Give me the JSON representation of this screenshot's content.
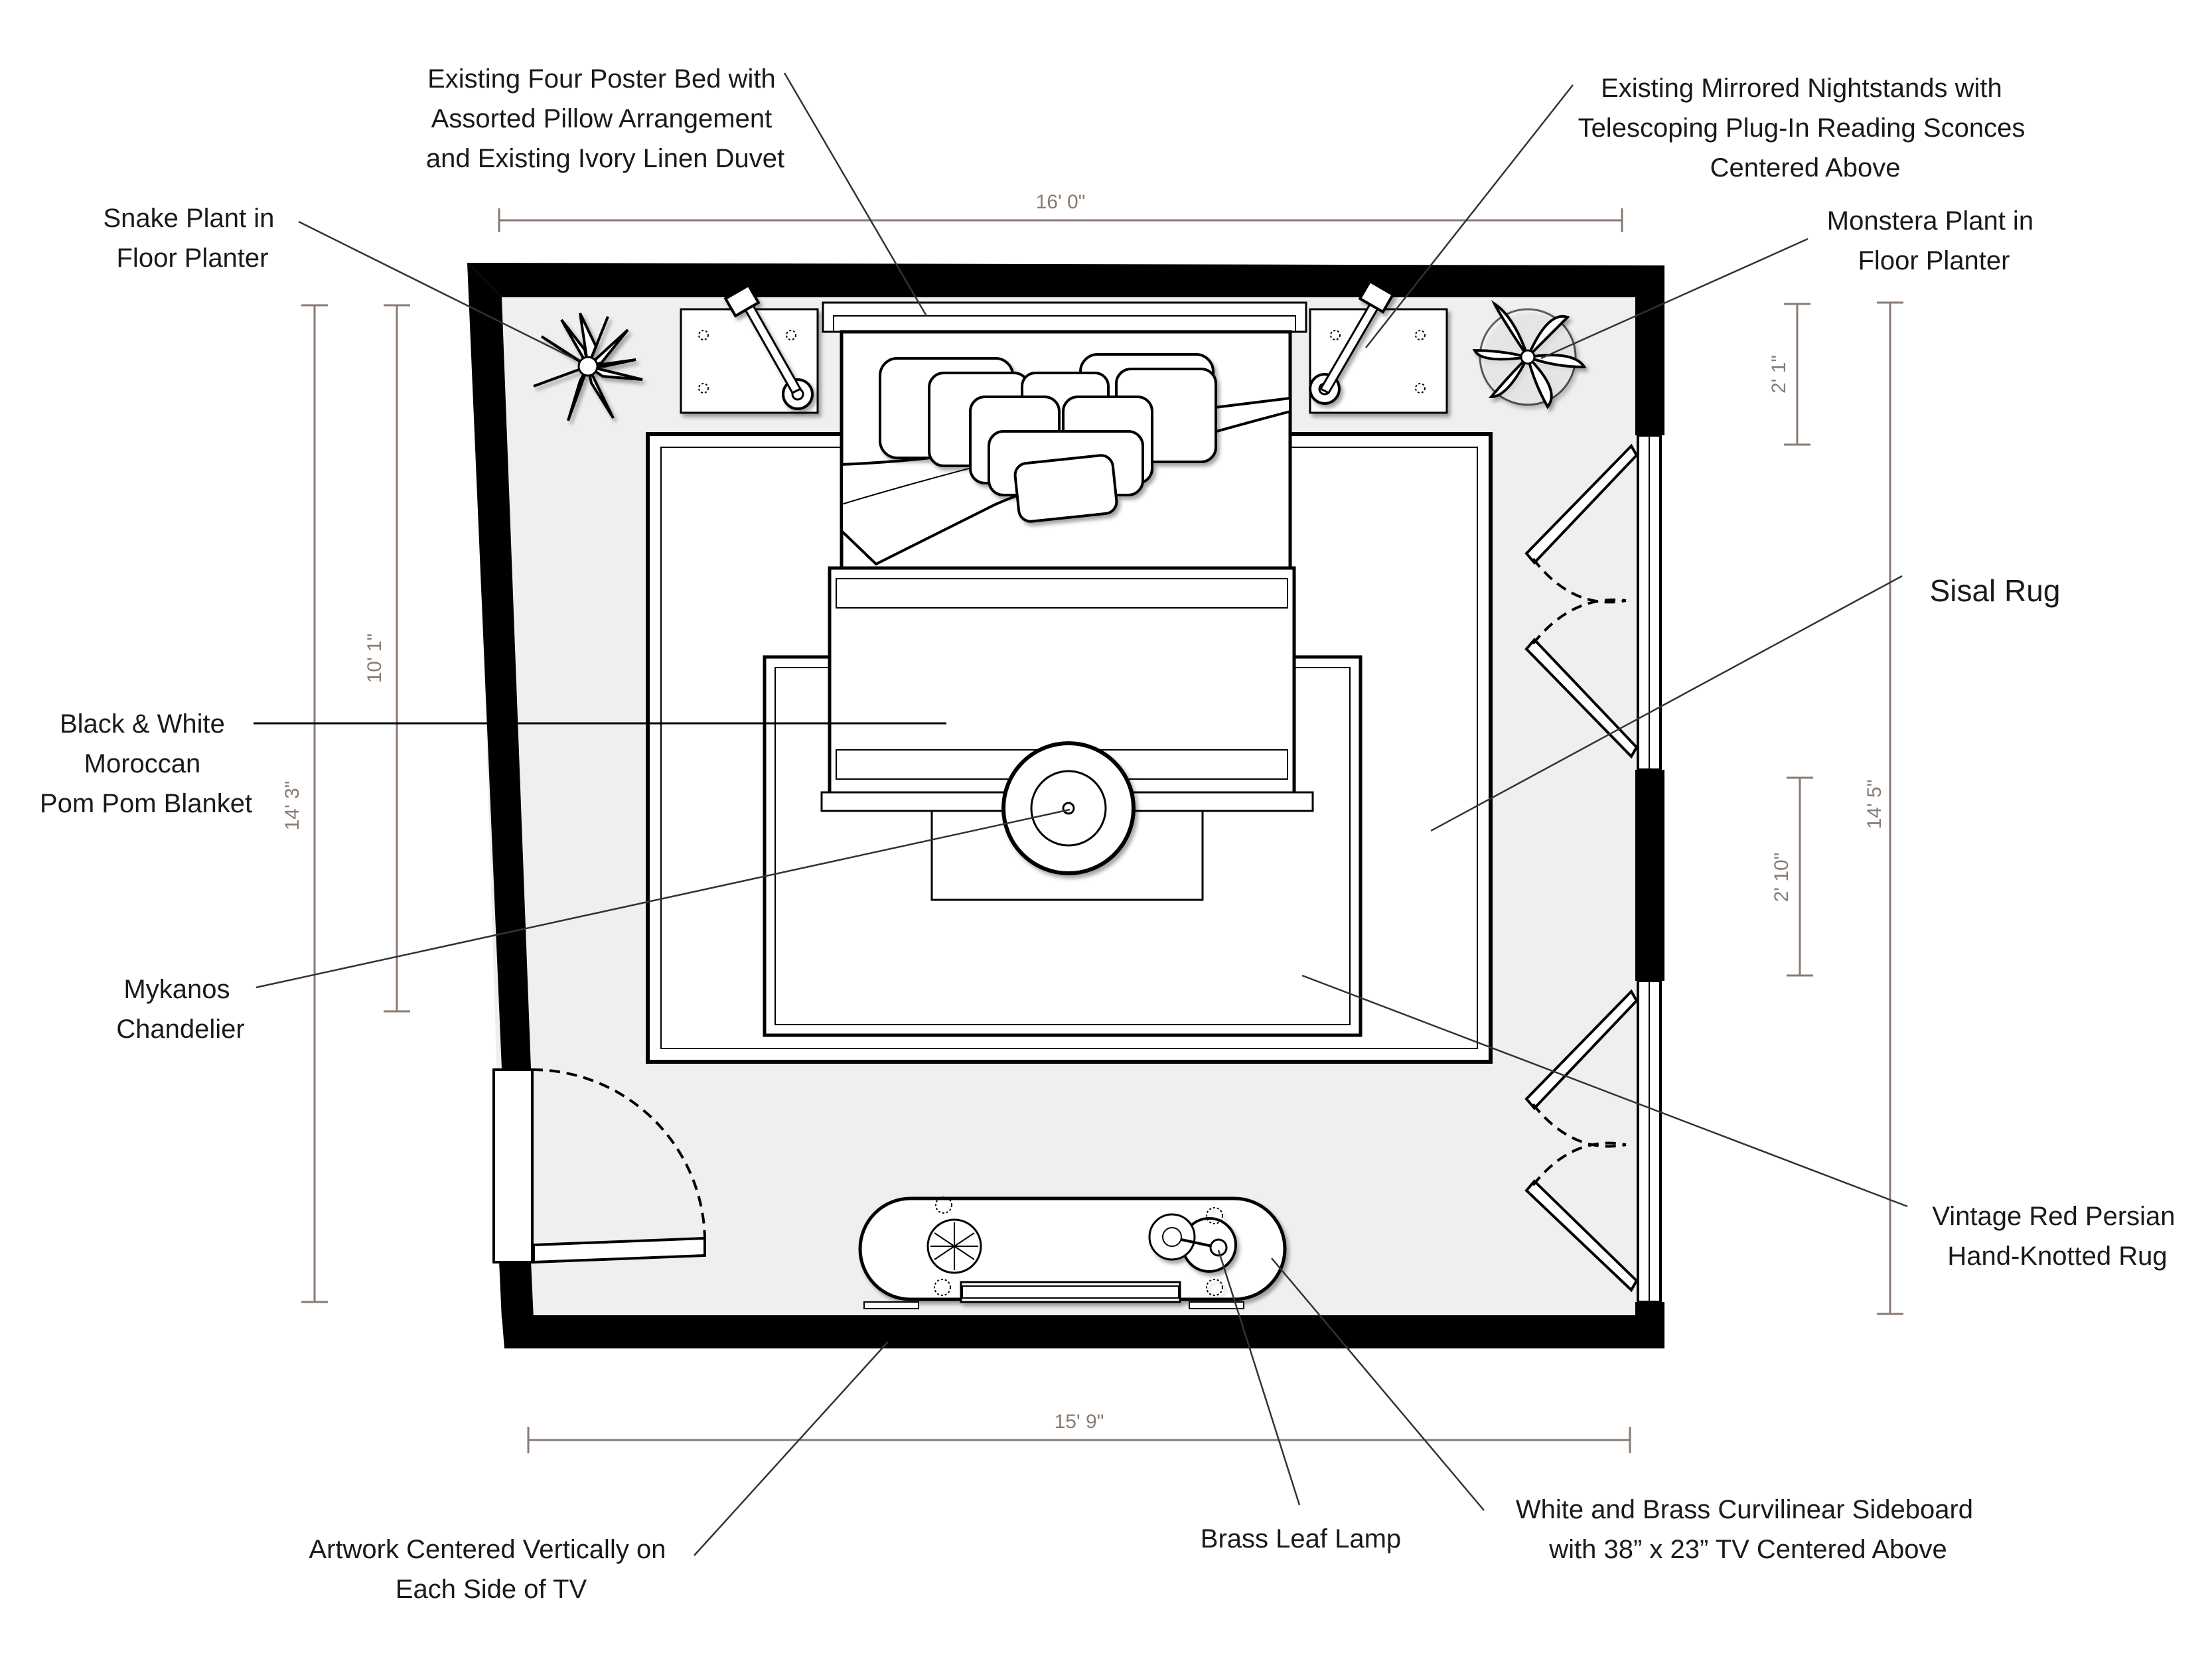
{
  "labels": {
    "bed": [
      "Existing Four Poster Bed with",
      "Assorted Pillow Arrangement",
      "and Existing Ivory Linen Duvet"
    ],
    "nightstands": [
      "Existing Mirrored Nightstands with",
      "Telescoping Plug-In Reading Sconces",
      "Centered Above"
    ],
    "snake_plant": [
      "Snake Plant in",
      "Floor Planter"
    ],
    "monstera": [
      "Monstera Plant in",
      "Floor Planter"
    ],
    "sisal_rug": [
      "Sisal Rug"
    ],
    "blanket": [
      "Black & White",
      "Moroccan",
      "Pom Pom Blanket"
    ],
    "chandelier": [
      "Mykanos",
      "Chandelier"
    ],
    "persian_rug": [
      "Vintage Red Persian",
      "Hand-Knotted Rug"
    ],
    "artwork": [
      "Artwork Centered Vertically on",
      "Each Side of TV"
    ],
    "lamp": [
      "Brass Leaf Lamp"
    ],
    "sideboard": [
      "White and Brass Curvilinear Sideboard",
      "with 38” x 23” TV Centered Above"
    ]
  },
  "dimensions": {
    "top_width": "16' 0\"",
    "bottom_width": "15' 9\"",
    "left_outer": "14' 3\"",
    "left_inner": "10' 1\"",
    "right_outer": "14' 5\"",
    "right_upper": "2' 1\"",
    "right_lower": "2' 10\""
  },
  "colors": {
    "floor": "#efefef",
    "wall": "#000000",
    "dimension": "#8a7a70"
  }
}
